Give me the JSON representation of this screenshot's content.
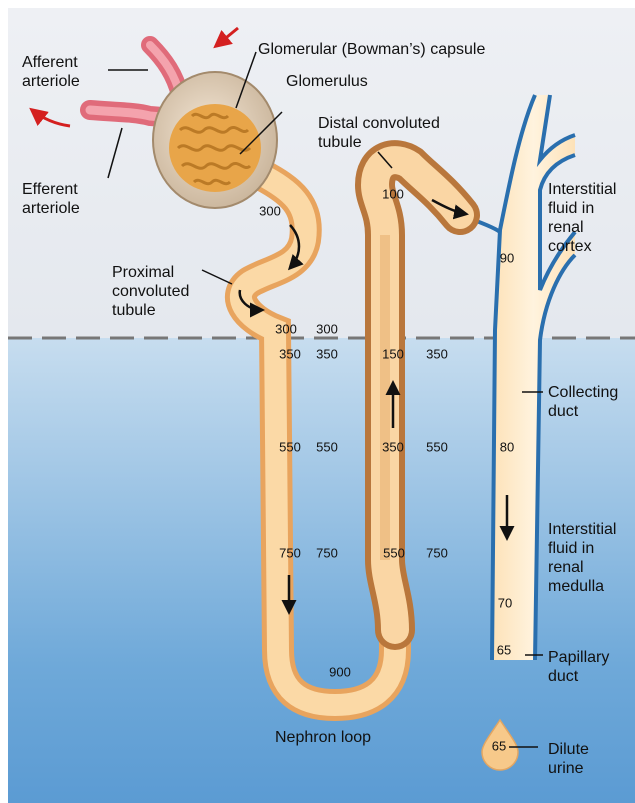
{
  "labels": {
    "afferent": "Afferent\narteriole",
    "efferent": "Efferent\narteriole",
    "capsule": "Glomerular (Bowman’s) capsule",
    "glomerulus": "Glomerulus",
    "distal": "Distal convoluted\ntubule",
    "proximal": "Proximal\nconvoluted\ntubule",
    "interstitial_cortex": "Interstitial\nfluid in\nrenal\ncortex",
    "collecting": "Collecting\nduct",
    "interstitial_medulla": "Interstitial\nfluid in\nrenal\nmedulla",
    "papillary": "Papillary\nduct",
    "loop": "Nephron loop",
    "urine": "Dilute\nurine"
  },
  "values": {
    "pct_300_a": "300",
    "pct_300_b": "300",
    "pct_300_c": "300",
    "pct_350_a": "350",
    "pct_350_b": "350",
    "pct_350_c": "350",
    "pct_550_a": "550",
    "pct_550_b": "550",
    "pct_550_c": "550",
    "pct_750_a": "750",
    "pct_750_b": "750",
    "pct_750_c": "750",
    "pct_900": "900",
    "pct_100": "100",
    "pct_150": "150",
    "pct_350_asc": "350",
    "pct_550_asc": "550",
    "duct_90": "90",
    "duct_80": "80",
    "duct_70": "70",
    "duct_65": "65",
    "urine_65": "65"
  },
  "colors": {
    "tubule": "#f7c98a",
    "ascending": "#d99a55",
    "duct_wall": "#2a6fae",
    "arteriole": "#e06b7a",
    "flow_arrow": "#d42020"
  }
}
